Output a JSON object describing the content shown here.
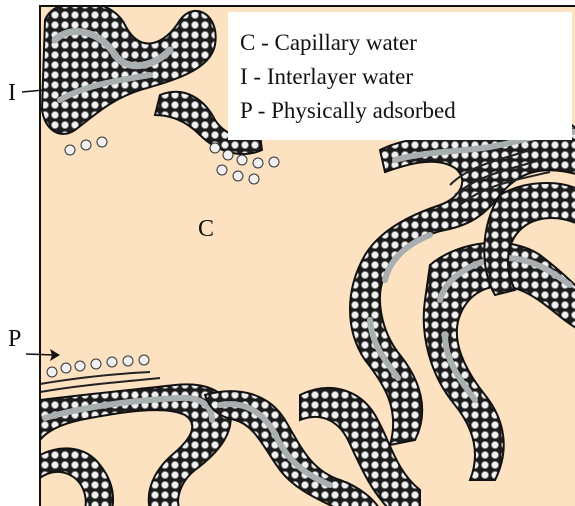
{
  "legend": {
    "items": [
      "C - Capillary water",
      "I - Interlayer water",
      "P - Physically adsorbed"
    ]
  },
  "labels": {
    "interlayer": "I",
    "physically_adsorbed": "P",
    "capillary": "C"
  },
  "colors": {
    "pore_water": "#fde2c1",
    "clay_layer": "#2b2b2b",
    "interlayer_gap": "#a9aeb1",
    "adsorbed_molecule": "#f1f1f1",
    "legend_background": "#ffffff"
  }
}
